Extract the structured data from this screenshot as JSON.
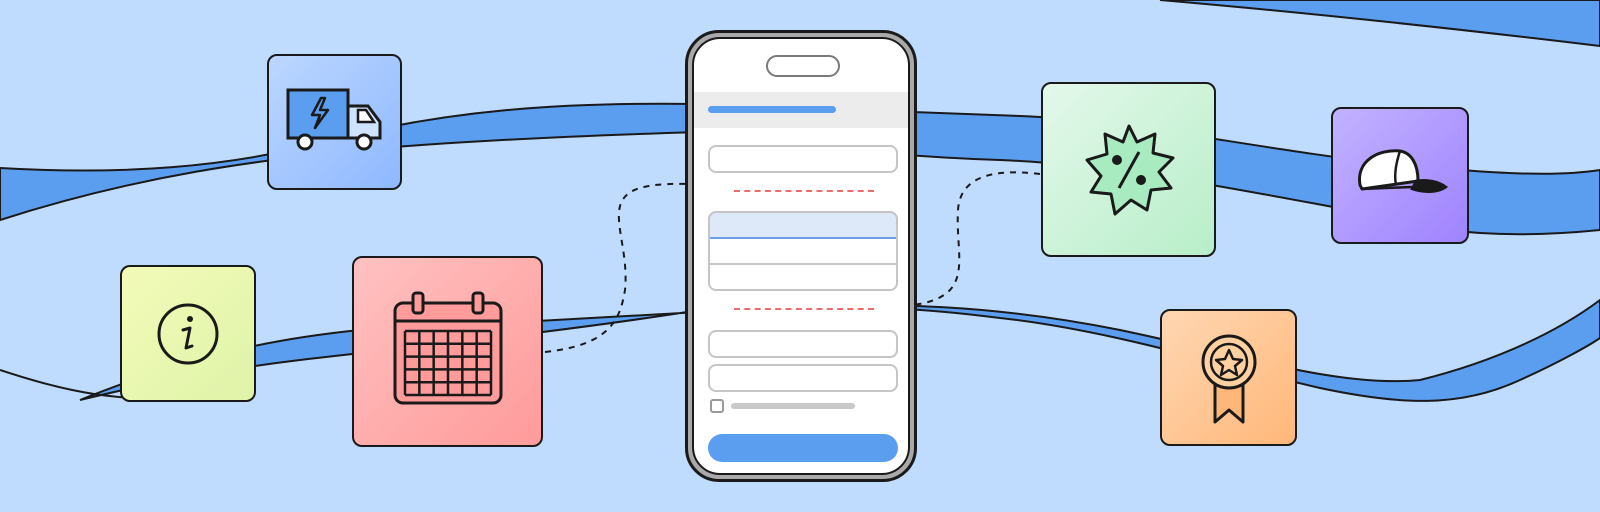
{
  "illustration": {
    "tiles": [
      {
        "icon": "delivery-truck-icon",
        "color": "#a9cbff"
      },
      {
        "icon": "info-icon",
        "color": "#e7f7b0"
      },
      {
        "icon": "calendar-icon",
        "color": "#ffb3b3"
      },
      {
        "icon": "discount-badge-icon",
        "color": "#c8f1d8"
      },
      {
        "icon": "cap-icon",
        "color": "#b39cff"
      },
      {
        "icon": "award-ribbon-icon",
        "color": "#ffc79a"
      }
    ],
    "colors": {
      "background": "#bfdcff",
      "ribbon": "#5b9ef0",
      "accent_red": "#ec6b6b"
    }
  },
  "phone_form": {
    "fields": 4,
    "select_options": 3,
    "selected_option": 1,
    "has_checkbox": true,
    "has_submit_button": true
  }
}
